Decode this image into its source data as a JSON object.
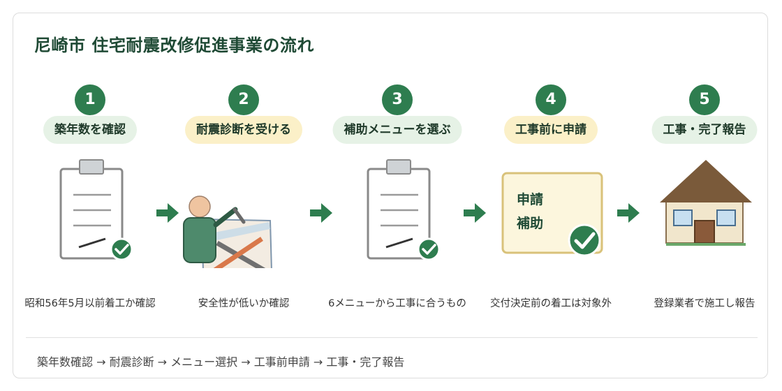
{
  "title": "尼崎市 住宅耐震改修促進事業の流れ",
  "steps": [
    {
      "number": "1",
      "label": "築年数を確認",
      "caption": "昭和56年5月以前着工か確認",
      "pill_color": "green",
      "illustration": "clipboard-check-icon"
    },
    {
      "number": "2",
      "label": "耐震診断を受ける",
      "caption": "安全性が低いか確認",
      "pill_color": "yellow",
      "illustration": "inspector-icon"
    },
    {
      "number": "3",
      "label": "補助メニューを選ぶ",
      "caption": "6メニューから工事に合うもの",
      "pill_color": "green",
      "illustration": "clipboard-check-icon"
    },
    {
      "number": "4",
      "label": "工事前に申請",
      "caption": "交付決定前の着工は対象外",
      "pill_color": "yellow",
      "illustration": "application-form-icon",
      "form_text": [
        "申請",
        "補助"
      ]
    },
    {
      "number": "5",
      "label": "工事・完了報告",
      "caption": "登録業者で施工し報告",
      "pill_color": "green",
      "illustration": "house-icon"
    }
  ],
  "summary": "築年数確認 → 耐震診断 → メニュー選択 → 工事前申請 → 工事・完了報告",
  "colors": {
    "primary_green": "#2e7d4f",
    "title_green": "#1f4a35",
    "pill_green": "#e6f2e6",
    "pill_yellow": "#fbf0c8",
    "accent_orange": "#d9784a",
    "house_roof": "#7a5a3a"
  }
}
